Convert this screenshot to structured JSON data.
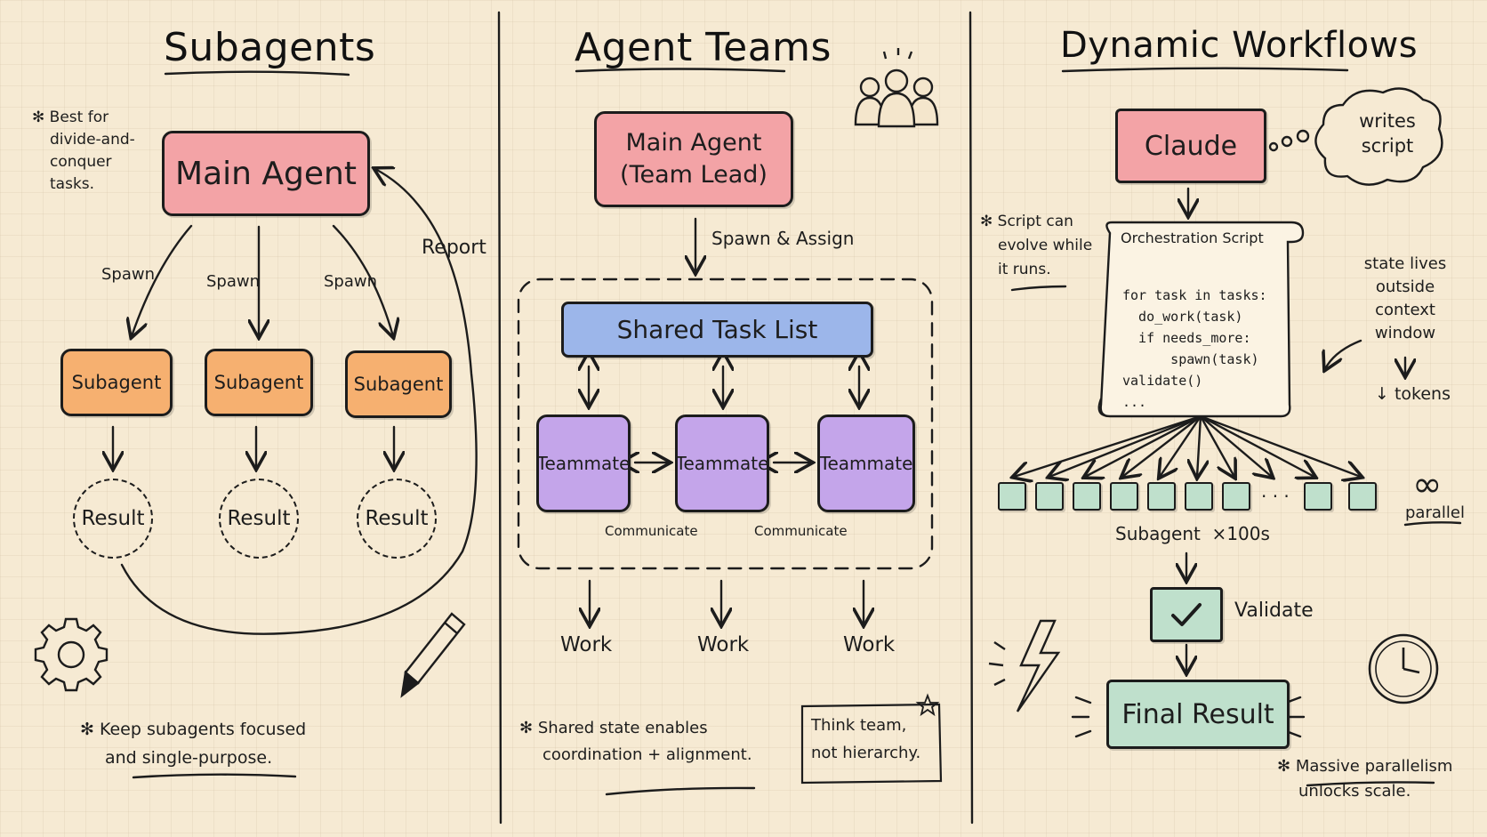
{
  "sections": {
    "subagents": {
      "title": "Subagents",
      "side_note": [
        "Best for",
        "divide-and-",
        "conquer",
        "tasks."
      ],
      "main_agent": "Main Agent",
      "spawn_label": "Spawn",
      "report_label": "Report",
      "subagent_label": "Subagent",
      "result_label": "Result",
      "footer_note": [
        "Keep subagents focused",
        "and single-purpose."
      ]
    },
    "agent_teams": {
      "title": "Agent Teams",
      "main_agent_line1": "Main Agent",
      "main_agent_line2": "(Team Lead)",
      "spawn_assign": "Spawn & Assign",
      "task_list": "Shared Task List",
      "teammate_label": "Teammate",
      "communicate_label": "Communicate",
      "work_label": "Work",
      "footer_note": [
        "Shared state enables",
        "coordination + alignment."
      ],
      "callout": [
        "Think team,",
        "not hierarchy."
      ]
    },
    "dynamic_workflows": {
      "title": "Dynamic Workflows",
      "claude": "Claude",
      "thought": [
        "writes",
        "script"
      ],
      "side_note": [
        "Script can",
        "evolve while",
        "it runs."
      ],
      "script_title": "Orchestration Script",
      "script_lines": [
        "for task in tasks:",
        "  do_work(task)",
        "  if needs_more:",
        "      spawn(task)",
        "validate()",
        "..."
      ],
      "state_note": [
        "state lives",
        "outside",
        "context",
        "window"
      ],
      "tokens_note": "↓ tokens",
      "ellipsis": "· · ·",
      "subagent_count": "Subagent  ×100s",
      "parallel_symbol": "∞",
      "parallel_label": "parallel",
      "validate_label": "Validate",
      "final_result": "Final Result",
      "footer_note": [
        "Massive parallelism",
        "unlocks scale."
      ]
    }
  },
  "colors": {
    "paper": "#f6ead3",
    "main_agent": "#f3a3a6",
    "subagent": "#f6b070",
    "task_list": "#9cb6ea",
    "teammate": "#c4a5ea",
    "workflow_green": "#bfe0cc"
  },
  "icons": [
    "people-icon",
    "gear-icon",
    "pencil-icon",
    "lightning-icon",
    "clock-icon",
    "checkmark-icon",
    "star-icon",
    "infinity-icon"
  ]
}
